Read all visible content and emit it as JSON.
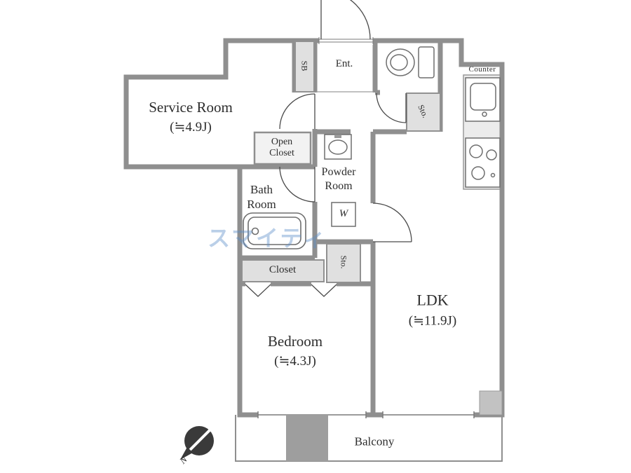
{
  "rooms": {
    "service_room": {
      "name": "Service Room",
      "size": "(≒4.9J)"
    },
    "ldk": {
      "name": "LDK",
      "size": "(≒11.9J)"
    },
    "bedroom": {
      "name": "Bedroom",
      "size": "(≒4.3J)"
    },
    "bath_room": {
      "line1": "Bath",
      "line2": "Room"
    },
    "powder_room": {
      "line1": "Powder",
      "line2": "Room"
    },
    "open_closet": {
      "line1": "Open",
      "line2": "Closet"
    },
    "closet": {
      "name": "Closet"
    },
    "entrance": {
      "name": "Ent."
    },
    "balcony": {
      "name": "Balcony"
    }
  },
  "fixtures": {
    "shoe_box": "SB",
    "storage_hall": "Sto.",
    "storage_inner": "Sto.",
    "counter": "Counter",
    "washing_machine": "W"
  },
  "compass": {
    "north": "N"
  },
  "watermark": "スマイティ",
  "colors": {
    "wall": "#8f8f8f",
    "storage_fill": "#e0e0e0",
    "counter_fill": "#ececec",
    "pillar_fill": "#9e9e9e",
    "watermark_blue": "#5d8fc9"
  }
}
